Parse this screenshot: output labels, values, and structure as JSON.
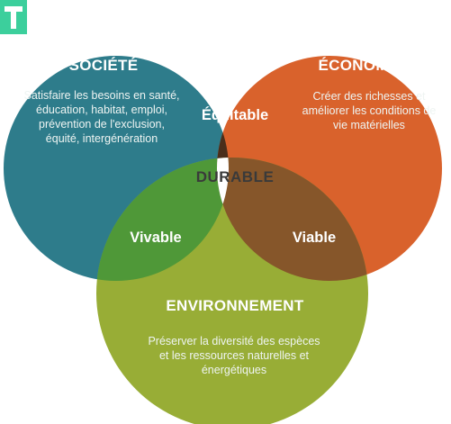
{
  "logo": {
    "letter": "T",
    "color": "#3ccf9c"
  },
  "circles": {
    "societe": {
      "title": "SOCIÉTÉ",
      "description": "Satisfaire les besoins en santé, éducation, habitat, emploi, prévention de l'exclusion, équité, intergénération",
      "color": "#2e7c8b"
    },
    "economie": {
      "title": "ÉCONOMIE",
      "description": "Créer des richesses et améliorer les conditions de vie matérielles",
      "color": "#d9622c"
    },
    "environnement": {
      "title": "ENVIRONNEMENT",
      "description": "Préserver la diversité des espèces et les ressources naturelles et énergétiques",
      "color": "#98ad36"
    }
  },
  "intersections": {
    "equitable": {
      "label": "Équitable",
      "color": "#4a2e1b"
    },
    "vivable": {
      "label": "Vivable",
      "color": "#4f9838"
    },
    "viable": {
      "label": "Viable",
      "color": "#86562a"
    },
    "durable": {
      "label": "DURABLE",
      "color": "#ffffff"
    }
  }
}
